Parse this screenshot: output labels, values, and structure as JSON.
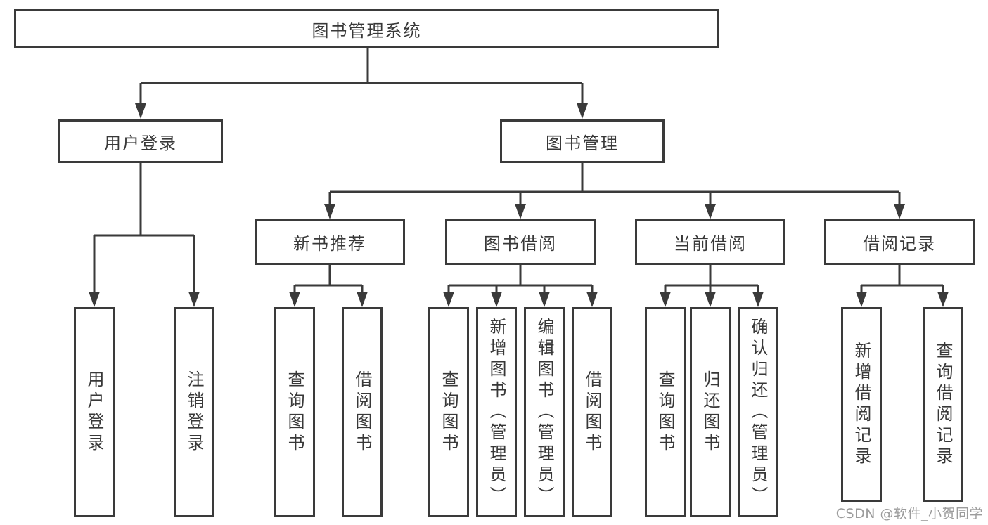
{
  "tree": {
    "root": "图书管理系统",
    "branches": [
      {
        "label": "用户登录",
        "leaves": [
          "用户登录",
          "注销登录"
        ]
      },
      {
        "label": "图书管理",
        "groups": [
          {
            "label": "新书推荐",
            "leaves": [
              "查询图书",
              "借阅图书"
            ]
          },
          {
            "label": "图书借阅",
            "leaves": [
              "查询图书",
              "新增图书（管理员）",
              "编辑图书（管理员）",
              "借阅图书"
            ]
          },
          {
            "label": "当前借阅",
            "leaves": [
              "查询图书",
              "归还图书",
              "确认归还（管理员）"
            ]
          },
          {
            "label": "借阅记录",
            "leaves": [
              "新增借阅记录",
              "查询借阅记录"
            ]
          }
        ]
      }
    ]
  },
  "watermark": "CSDN @软件_小贺同学",
  "colors": {
    "line": "#3a3a3a",
    "border": "#3a3a3a",
    "text": "#383838",
    "watermark": "#9c9c9c",
    "background": "#ffffff"
  }
}
